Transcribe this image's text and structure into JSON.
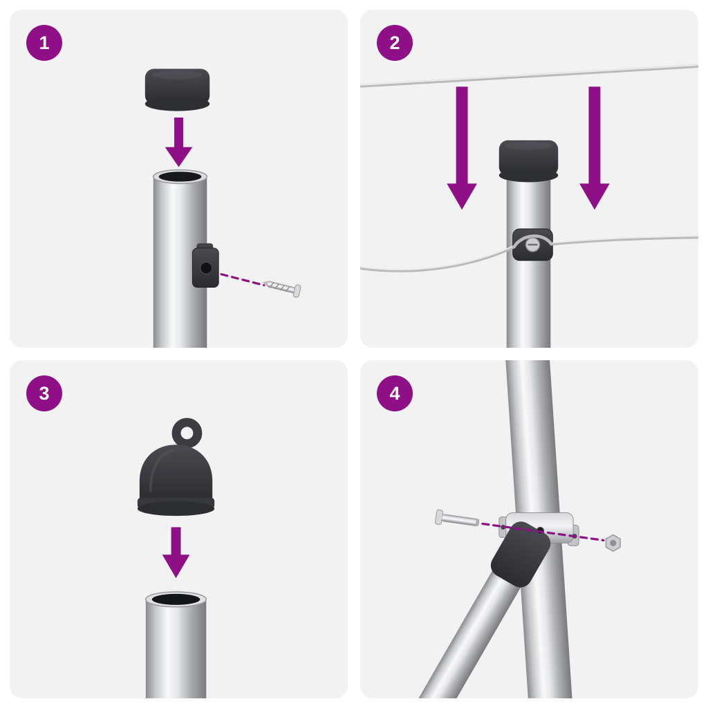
{
  "sheet": {
    "type": "assembly-instructions",
    "step_count": 4
  },
  "colors": {
    "accent": "#8E0F86",
    "panel-bg": "#F2F2F2",
    "page-bg": "#FFFFFF",
    "cap-dark": "#3A3B40",
    "metal-highlight": "#F8F9FA",
    "metal-shadow": "#797A7E"
  },
  "icons": {
    "step-badge": "filled-circle",
    "down-arrow": "filled-svg-arrow",
    "guide-line": "dashed-accent-line"
  },
  "steps": [
    {
      "number": "1",
      "name": "fit-post-cap-and-screw-clamp"
    },
    {
      "number": "2",
      "name": "lower-wires-into-post-clamp"
    },
    {
      "number": "3",
      "name": "fit-eyelet-cap-on-tube"
    },
    {
      "number": "4",
      "name": "bolt-brace-to-post"
    }
  ]
}
